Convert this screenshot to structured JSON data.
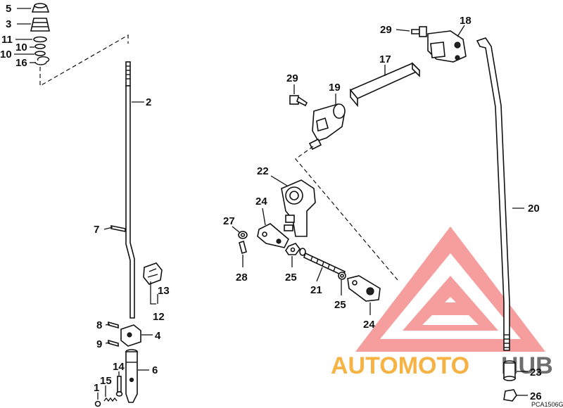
{
  "labels": {
    "p1": "1",
    "p2": "2",
    "p3": "3",
    "p4": "4",
    "p5": "5",
    "p6": "6",
    "p7": "7",
    "p8": "8",
    "p9": "9",
    "p10a": "10",
    "p10b": "10",
    "p11": "11",
    "p12": "12",
    "p13": "13",
    "p14": "14",
    "p15": "15",
    "p16": "16",
    "p17": "17",
    "p18": "18",
    "p19": "19",
    "p20": "20",
    "p21": "21",
    "p22": "22",
    "p23": "23",
    "p24a": "24",
    "p24b": "24",
    "p25a": "25",
    "p25b": "25",
    "p26": "26",
    "p27": "27",
    "p28": "28",
    "p29a": "29",
    "p29b": "29"
  },
  "drawing_code": "PCA1506G",
  "watermark": {
    "text_a": "AUTOMOTO",
    "text_b": "HUB",
    "color_a": "#f5a623",
    "color_b": "#f04e4e",
    "color_c": "#555555"
  }
}
